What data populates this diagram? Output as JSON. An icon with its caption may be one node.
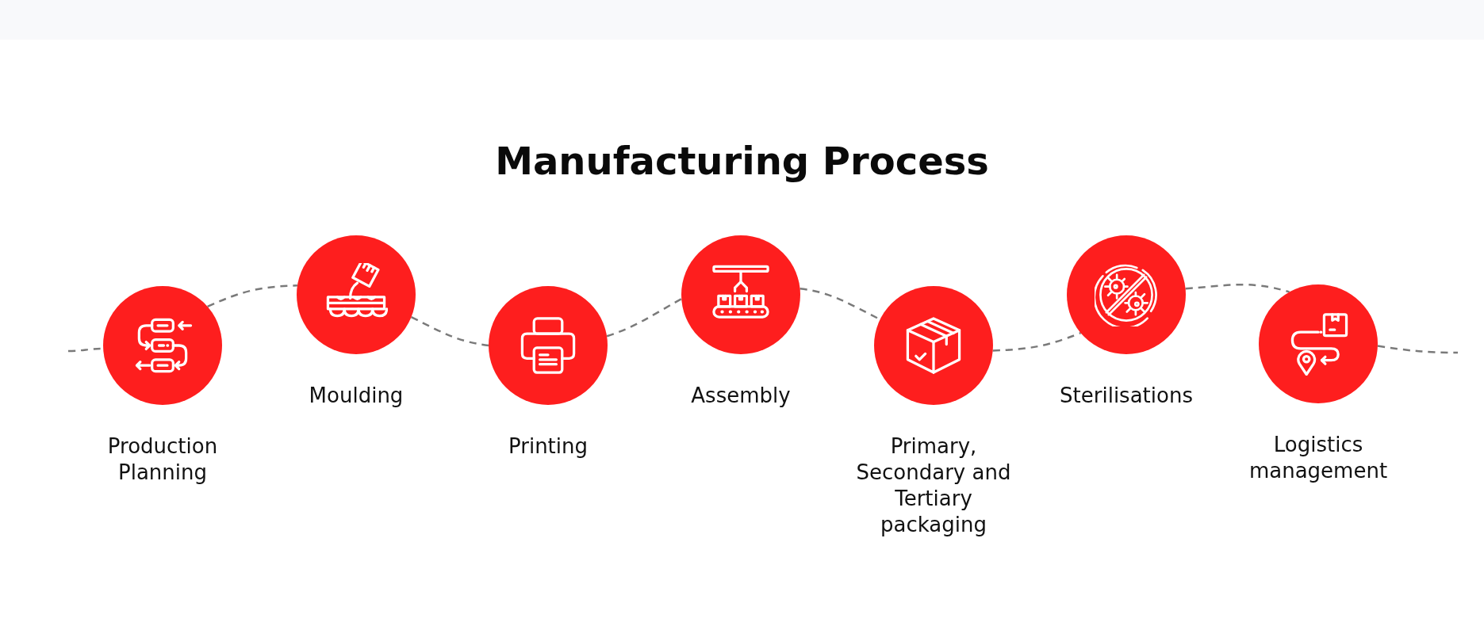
{
  "diagram": {
    "title": "Manufacturing Process",
    "nodes": [
      {
        "text": [
          "Production Planning"
        ]
      },
      {
        "text": [
          "Moulding"
        ]
      },
      {
        "text": [
          "Printing"
        ]
      },
      {
        "text": [
          "Assembly"
        ]
      },
      {
        "text": [
          "Primary, Secondary and Tertiary packaging"
        ]
      },
      {
        "text": [
          "Sterilisations"
        ]
      },
      {
        "text": [
          "Logistics management"
        ]
      }
    ],
    "edges": [
      {
        "from": null,
        "to": 0,
        "arrow": "none",
        "style": "dashed"
      },
      {
        "from": 0,
        "to": 1,
        "arrow": "none",
        "style": "dashed"
      },
      {
        "from": 1,
        "to": 2,
        "arrow": "none",
        "style": "dashed"
      },
      {
        "from": 2,
        "to": 3,
        "arrow": "none",
        "style": "dashed"
      },
      {
        "from": 3,
        "to": 4,
        "arrow": "none",
        "style": "dashed"
      },
      {
        "from": 4,
        "to": 5,
        "arrow": "none",
        "style": "dashed"
      },
      {
        "from": 5,
        "to": 6,
        "arrow": "none",
        "style": "dashed"
      },
      {
        "from": 6,
        "to": null,
        "arrow": "none",
        "style": "dashed"
      }
    ]
  }
}
